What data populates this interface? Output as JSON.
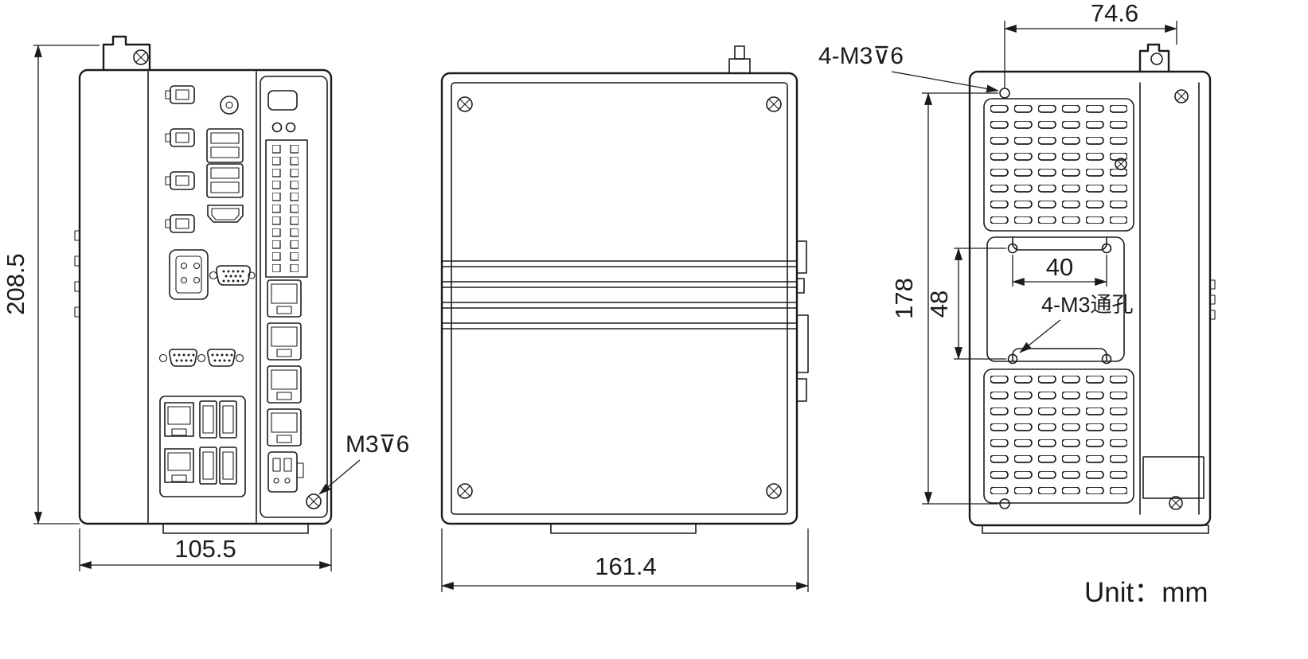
{
  "drawing": {
    "unit": "Unit：mm",
    "colors": {
      "ink": "#1b1b1b",
      "background": "#ffffff"
    },
    "dims": {
      "front_height": "208.5",
      "front_width": "105.5",
      "side_width": "161.4",
      "rear_top_span": "74.6",
      "rear_height": "178",
      "plate_v": "48",
      "plate_h": "40"
    },
    "labels": {
      "front_screw": "M3⊽6",
      "rear_screw": "4-M3⊽6",
      "through_hole": "4-M3通孔"
    }
  }
}
